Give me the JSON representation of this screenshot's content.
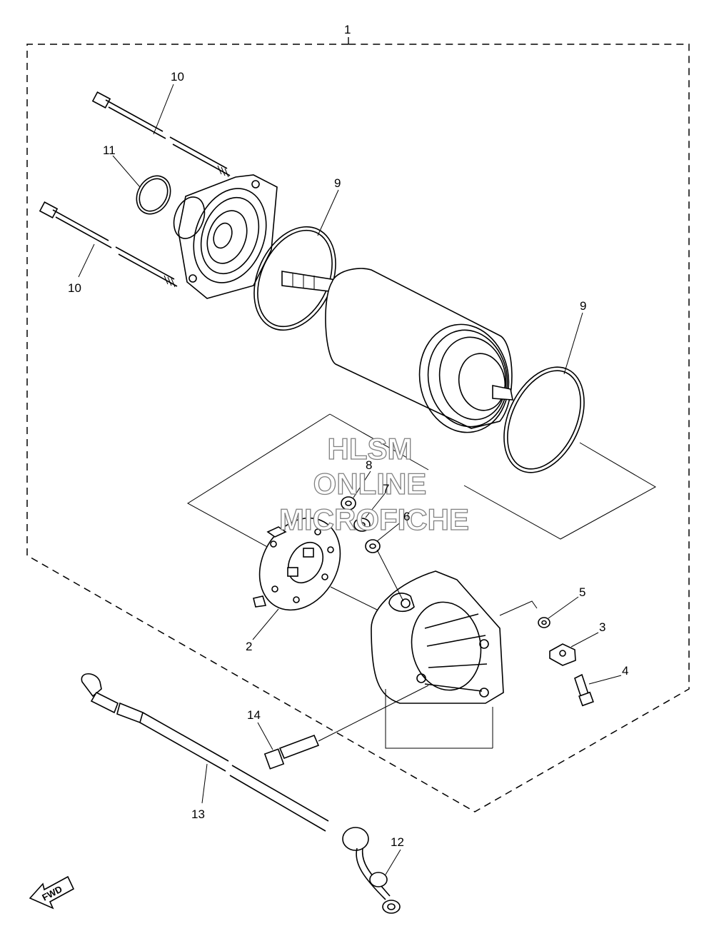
{
  "callouts": {
    "c1": "1",
    "c2": "2",
    "c3": "3",
    "c4": "4",
    "c5": "5",
    "c6": "6",
    "c7": "7",
    "c8": "8",
    "c9a": "9",
    "c9b": "9",
    "c10a": "10",
    "c10b": "10",
    "c11": "11",
    "c12": "12",
    "c13": "13",
    "c14": "14"
  },
  "watermark": {
    "line1": "HLSM",
    "line2": "ONLINE",
    "line3": "MICROFICHE"
  },
  "fwd_label": "FWD"
}
